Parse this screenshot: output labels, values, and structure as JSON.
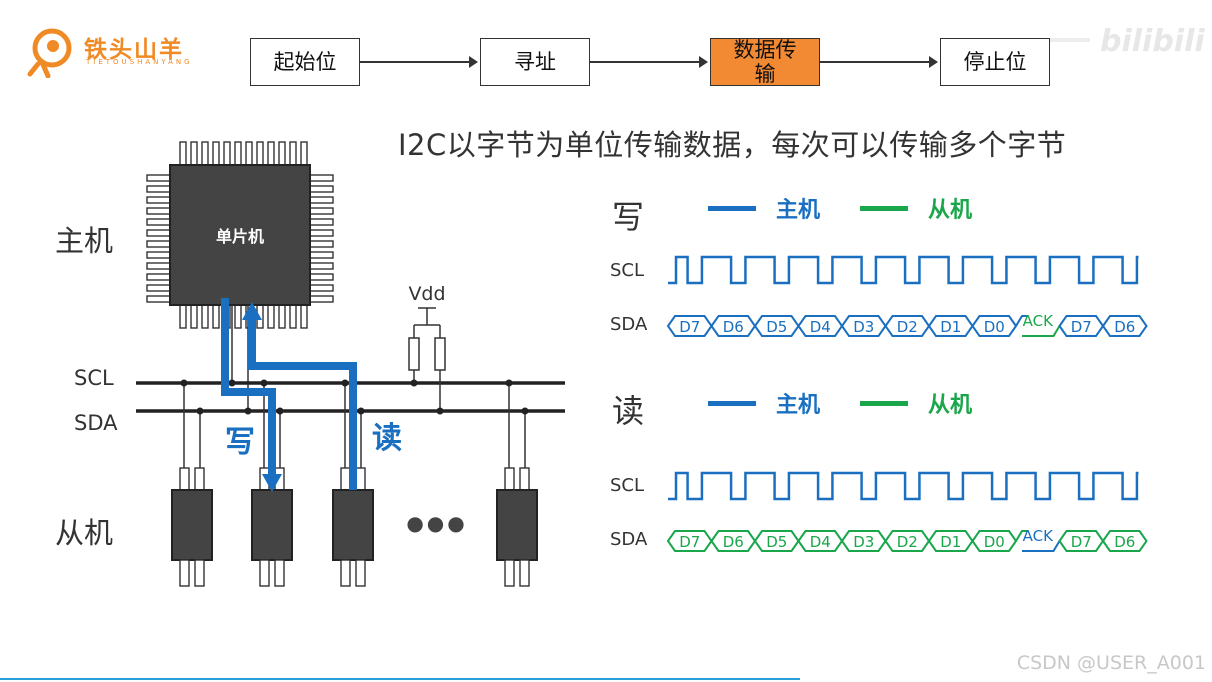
{
  "brand": {
    "name_cn": "铁头山羊",
    "name_en": "TIETOUSHANYANG",
    "watermark_site": "bilibili",
    "csdn_watermark": "CSDN @USER_A001"
  },
  "colors": {
    "master": "#1a6fc0",
    "slave": "#1aa64a",
    "highlight": "#f28a33",
    "chip": "#444444"
  },
  "flow": {
    "steps": [
      {
        "label": "起始位",
        "active": false
      },
      {
        "label": "寻址",
        "active": false
      },
      {
        "label": "数据传\n输",
        "active": true
      },
      {
        "label": "停止位",
        "active": false
      }
    ]
  },
  "headline": "I2C以字节为单位传输数据，每次可以传输多个字节",
  "bus": {
    "master_label": "主机",
    "slave_label": "从机",
    "mcu_label": "单片机",
    "scl_label": "SCL",
    "sda_label": "SDA",
    "vdd_label": "Vdd",
    "write_label": "写",
    "read_label": "读",
    "ellipsis": "●●●"
  },
  "timing": {
    "legend_master": "主机",
    "legend_slave": "从机",
    "write": {
      "title": "写",
      "scl_label": "SCL",
      "sda_label": "SDA",
      "bits": [
        "D7",
        "D6",
        "D5",
        "D4",
        "D3",
        "D2",
        "D1",
        "D0",
        "ACK",
        "D7",
        "D6"
      ],
      "data_owner": "master",
      "ack_owner": "slave"
    },
    "read": {
      "title": "读",
      "scl_label": "SCL",
      "sda_label": "SDA",
      "bits": [
        "D7",
        "D6",
        "D5",
        "D4",
        "D3",
        "D2",
        "D1",
        "D0",
        "ACK",
        "D7",
        "D6"
      ],
      "data_owner": "slave",
      "ack_owner": "master"
    }
  }
}
